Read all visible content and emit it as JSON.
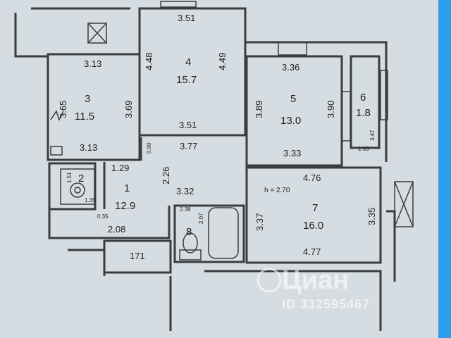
{
  "rooms": [
    {
      "id": "1",
      "number": "1",
      "area": "12.9"
    },
    {
      "id": "2",
      "number": "2",
      "area": ""
    },
    {
      "id": "3",
      "number": "3",
      "area": "11.5"
    },
    {
      "id": "4",
      "number": "4",
      "area": "15.7"
    },
    {
      "id": "5",
      "number": "5",
      "area": "13.0"
    },
    {
      "id": "6",
      "number": "6",
      "area": "1.8"
    },
    {
      "id": "7",
      "number": "7",
      "area": "16.0"
    },
    {
      "id": "8",
      "number": "8",
      "area": ""
    }
  ],
  "dimensions": {
    "room4_top": "3.51",
    "room4_left": "4.48",
    "room4_right": "4.49",
    "room4_bottom": "3.51",
    "room3_top": "3.13",
    "room3_left": "3.65",
    "room3_right": "3.69",
    "room3_bottom": "3.13",
    "room5_top": "3.36",
    "room5_left": "3.89",
    "room5_right": "3.90",
    "room5_bottom": "3.33",
    "room6_w": "1.03",
    "room6_h": "3.47",
    "hall_top": "3.77",
    "hall_side": "2.26",
    "hall_small": "0.90",
    "room2_top": "1.29",
    "room2_side": "1.51",
    "room2_bottom": "1.35",
    "room7_top": "4.76",
    "room7_left": "3.37",
    "room7_right": "3.35",
    "room7_bottom": "4.77",
    "room8_top": "3.32",
    "room8_small_a": "2.38",
    "room8_small_b": "2.07",
    "room1_bottom": "2.08",
    "room1_small": "0.35",
    "corridor": "171"
  },
  "ceiling_height": "h = 2.70",
  "watermark": {
    "brand": "Циан",
    "listing_id": "ID 332595467"
  },
  "colors": {
    "background": "#d5dde2",
    "wall": "#3a3d40",
    "accent_strip": "#2f9ee8"
  }
}
